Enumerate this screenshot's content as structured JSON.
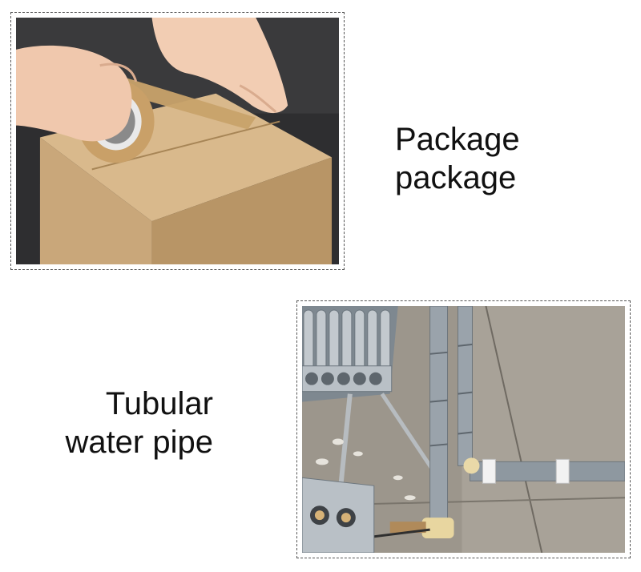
{
  "sections": [
    {
      "caption_lines": [
        "Package",
        "package"
      ],
      "photo": "hands-taping-cardboard-box-photo"
    },
    {
      "caption_lines": [
        "Tubular",
        "water pipe"
      ],
      "photo": "solar-water-heater-tubes-and-pipes-photo"
    }
  ],
  "colors": {
    "border": "#555555",
    "text": "#111111",
    "cardboard": "#c9a77a",
    "pipe_gray": "#9aa3ab"
  }
}
